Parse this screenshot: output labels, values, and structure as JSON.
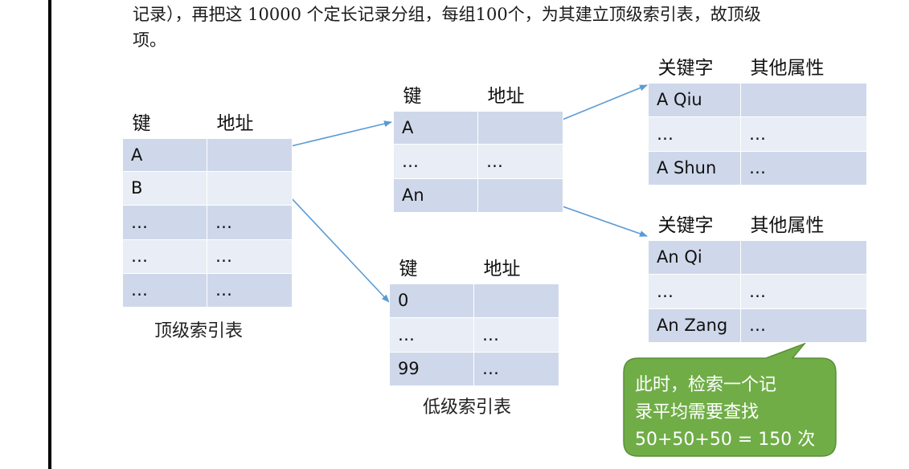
{
  "paragraph": {
    "line1": "记录），再把这 10000 个定长记录分组，每组100个，为其建立顶级索引表，故顶级",
    "line2": "项。"
  },
  "top_index": {
    "headers": [
      "键",
      "地址"
    ],
    "rows": [
      [
        "A",
        ""
      ],
      [
        "B",
        ""
      ],
      [
        "…",
        "…"
      ],
      [
        "…",
        "…"
      ],
      [
        "…",
        "…"
      ]
    ],
    "caption": "顶级索引表"
  },
  "mid_index": {
    "headers": [
      "键",
      "地址"
    ],
    "rows": [
      [
        "A",
        ""
      ],
      [
        "…",
        "…"
      ],
      [
        "An",
        ""
      ]
    ]
  },
  "low_index": {
    "headers": [
      "键",
      "地址"
    ],
    "rows": [
      [
        "0",
        ""
      ],
      [
        "…",
        "…"
      ],
      [
        "99",
        "…"
      ]
    ],
    "caption": "低级索引表"
  },
  "records_upper": {
    "headers": [
      "关键字",
      "其他属性"
    ],
    "rows": [
      [
        "A Qiu",
        ""
      ],
      [
        "…",
        "…"
      ],
      [
        "A Shun",
        "…"
      ]
    ]
  },
  "records_lower": {
    "headers": [
      "关键字",
      "其他属性"
    ],
    "rows": [
      [
        "An Qi",
        ""
      ],
      [
        "…",
        "…"
      ],
      [
        "An Zang",
        "…"
      ]
    ]
  },
  "callout": {
    "line1": "此时，检索一个记",
    "line2": "录平均需要查找",
    "line3": "50+50+50 = 150 次",
    "color": "#70ad47"
  },
  "colors": {
    "row_dark": "#cfd8ea",
    "row_light": "#e9edf5",
    "arrow": "#5b9bd5"
  }
}
